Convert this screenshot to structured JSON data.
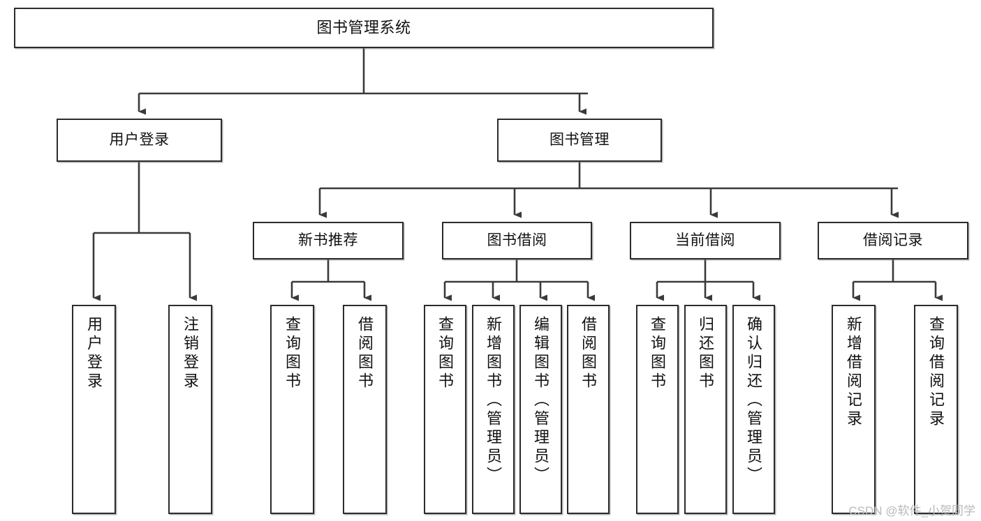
{
  "diagram": {
    "title": "图书管理系统",
    "type": "tree-hierarchy-chart",
    "orientation": "top-down",
    "watermark": "CSDN @软件_小贺同学",
    "colors": {
      "box_border": "#2b2b2b",
      "box_fill": "#ffffff",
      "edge": "#3a3a3a",
      "text": "#111111",
      "watermark": "#b9b9b9",
      "background": "#ffffff"
    },
    "nodes": {
      "root": {
        "label": "图书管理系统"
      },
      "level2": [
        {
          "label": "用户登录"
        },
        {
          "label": "图书管理"
        }
      ],
      "level3": [
        {
          "label": "新书推荐"
        },
        {
          "label": "图书借阅"
        },
        {
          "label": "当前借阅"
        },
        {
          "label": "借阅记录"
        }
      ],
      "leaves_user_login": [
        {
          "label": "用户登录"
        },
        {
          "label": "注销登录"
        }
      ],
      "leaves_new_book": [
        {
          "label": "查询图书"
        },
        {
          "label": "借阅图书"
        }
      ],
      "leaves_borrow": [
        {
          "label": "查询图书"
        },
        {
          "label": "新增图书（管理员）"
        },
        {
          "label": "编辑图书（管理员）"
        },
        {
          "label": "借阅图书"
        }
      ],
      "leaves_current": [
        {
          "label": "查询图书"
        },
        {
          "label": "归还图书"
        },
        {
          "label": "确认归还（管理员）"
        }
      ],
      "leaves_records": [
        {
          "label": "新增借阅记录"
        },
        {
          "label": "查询借阅记录"
        }
      ]
    }
  }
}
